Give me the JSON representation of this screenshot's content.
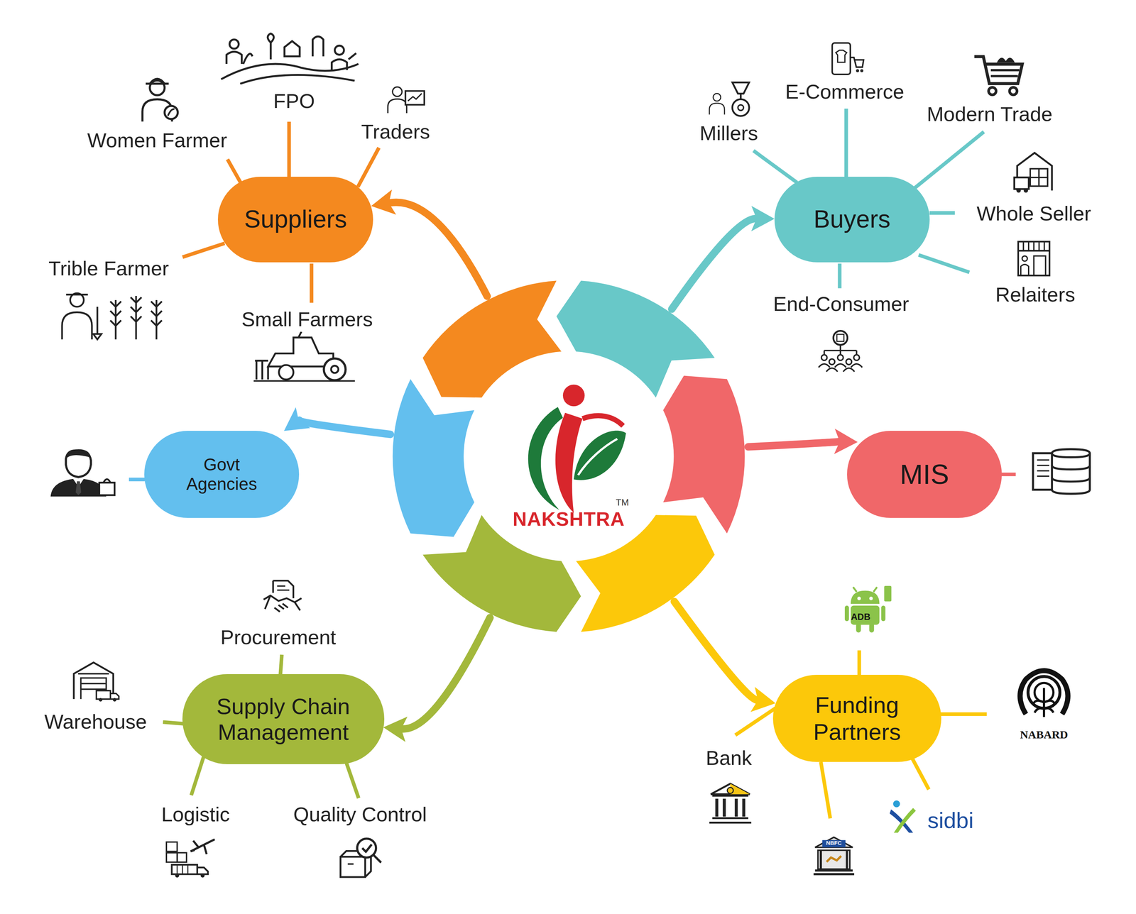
{
  "diagram": {
    "nodes": [
      {
        "text": [
          "NAKSHTRA"
        ]
      },
      {
        "text": [
          "Suppliers"
        ]
      },
      {
        "text": [
          "Buyers"
        ]
      },
      {
        "text": [
          "Govt Agencies"
        ]
      },
      {
        "text": [
          "MIS"
        ]
      },
      {
        "text": [
          "Supply Chain Management"
        ]
      },
      {
        "text": [
          "Funding Partners"
        ]
      }
    ],
    "edges": [
      {
        "from": 0,
        "to": 1,
        "arrow": "to"
      },
      {
        "from": 0,
        "to": 2,
        "arrow": "to"
      },
      {
        "from": 0,
        "to": 3,
        "arrow": "to"
      },
      {
        "from": 0,
        "to": 4,
        "arrow": "to"
      },
      {
        "from": 0,
        "to": 5,
        "arrow": "to"
      },
      {
        "from": 0,
        "to": 6,
        "arrow": "to"
      }
    ],
    "labels": [
      "Women Farmer",
      "FPO",
      "Traders",
      "Trible Farmer",
      "Small Farmers",
      "Millers",
      "E-Commerce",
      "Modern Trade",
      "Whole Seller",
      "Relaiters",
      "End-Consumer",
      "Procurement",
      "Warehouse",
      "Logistic",
      "Quality Control",
      "ADB",
      "NABARD",
      "Bank",
      "NBFC",
      "sidbi",
      "TM"
    ]
  }
}
